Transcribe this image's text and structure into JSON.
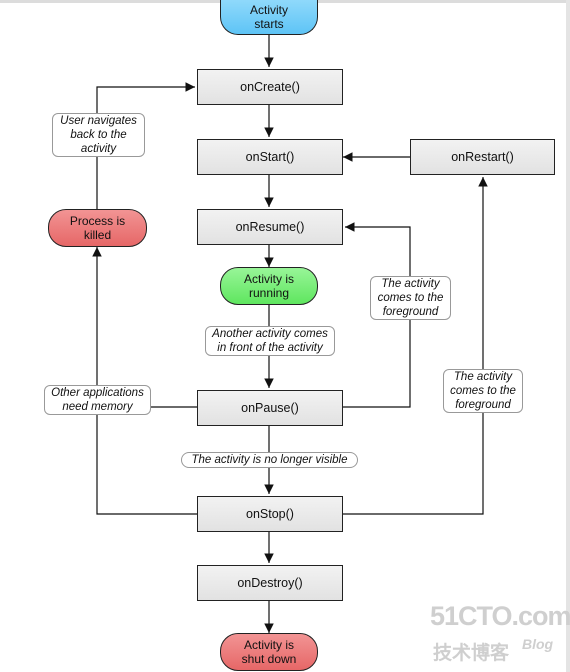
{
  "nodes": {
    "activity_starts": "Activity\nstarts",
    "on_create": "onCreate()",
    "on_start": "onStart()",
    "on_restart": "onRestart()",
    "on_resume": "onResume()",
    "activity_running": "Activity is\nrunning",
    "on_pause": "onPause()",
    "on_stop": "onStop()",
    "on_destroy": "onDestroy()",
    "activity_shut_down": "Activity is\nshut down",
    "process_killed": "Process is\nkilled"
  },
  "labels": {
    "user_navigates": "User navigates\nback to the\nactivity",
    "comes_to_foreground_1": "The activity\ncomes to the\nforeground",
    "another_activity": "Another activity comes\nin front of the activity",
    "other_apps": "Other applications\nneed memory",
    "comes_to_foreground_2": "The activity\ncomes to the\nforeground",
    "no_longer_visible": "The activity is no longer visible"
  },
  "watermark": {
    "brand": "51CTO.com",
    "subtitle": "技术博客",
    "blog": "Blog"
  },
  "colors": {
    "start_oval": "#6fcdf9",
    "running_oval": "#7bf17b",
    "killed_oval": "#ee7b7b",
    "box_fill": "#e8e8e8",
    "edge": "#111111"
  }
}
